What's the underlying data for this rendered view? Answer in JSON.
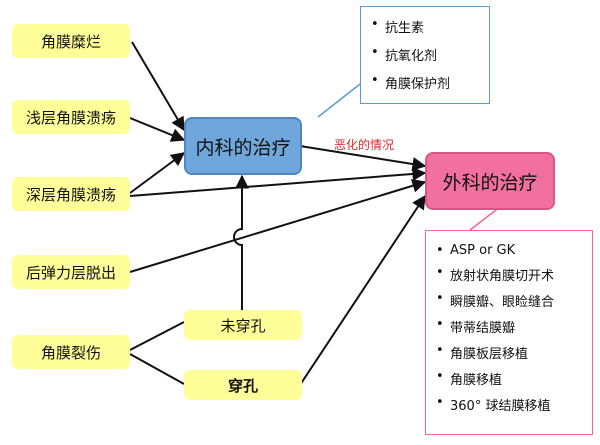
{
  "left_conditions": [
    "角膜糜烂",
    "浅层角膜溃疡",
    "深层角膜溃疡",
    "后弹力层脱出",
    "角膜裂伤"
  ],
  "perforation": {
    "non": "未穿孔",
    "yes": "穿孔"
  },
  "medical": {
    "title": "内科的治疗"
  },
  "surgical": {
    "title": "外科的治疗"
  },
  "worsening_label": "恶化的情况",
  "medical_items": [
    "抗生素",
    "抗氧化剂",
    "角膜保护剂"
  ],
  "surgical_items": [
    "ASP or GK",
    "放射状角膜切开术",
    "瞬膜瓣、眼睑缝合",
    "带蒂结膜瓣",
    "角膜板层移植",
    "角膜移植",
    "360°  球结膜移植"
  ],
  "colors": {
    "yellow": "#ffff99",
    "blue": "#6fa6dc",
    "pink": "#f2709f",
    "box_border_blue": "#5b9bd5",
    "box_border_pink": "#e96a9a",
    "red_text": "#d02a2a"
  }
}
